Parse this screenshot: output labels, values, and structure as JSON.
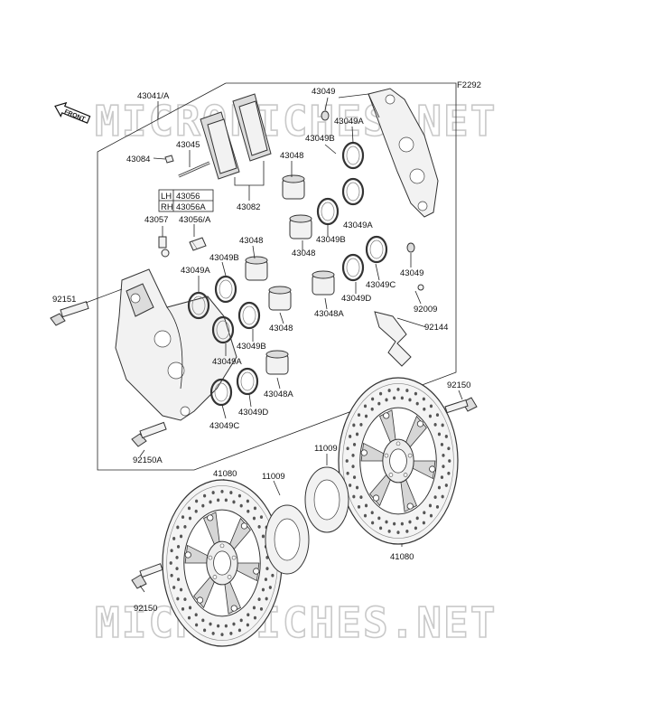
{
  "figure_code": "F2292",
  "front_label": "FRONT",
  "watermark": "MICROFICHES.NET",
  "parts": {
    "p43041": "43041/A",
    "p43045": "43045",
    "p43084": "43084",
    "p43082": "43082",
    "lh_label": "LH",
    "lh_part": "43056",
    "rh_label": "RH",
    "rh_part": "43056A",
    "p43057": "43057",
    "p43056a": "43056/A",
    "p43048_1": "43048",
    "p43048_2": "43048",
    "p43048_3": "43048",
    "p43048_4": "43048",
    "p43048a_1": "43048A",
    "p43048a_2": "43048A",
    "p43049_top": "43049",
    "p43049_right": "43049",
    "p43049a_1": "43049A",
    "p43049a_2": "43049A",
    "p43049a_3": "43049A",
    "p43049a_4": "43049A",
    "p43049b_1": "43049B",
    "p43049b_2": "43049B",
    "p43049b_3": "43049B",
    "p43049b_4": "43049B",
    "p43049c_1": "43049C",
    "p43049c_2": "43049C",
    "p43049d_1": "43049D",
    "p43049d_2": "43049D",
    "p92009": "92009",
    "p92144": "92144",
    "p92151": "92151",
    "p92150a": "92150A",
    "p92150_right": "92150",
    "p92150_left": "92150",
    "p11009_right": "11009",
    "p11009_left": "11009",
    "p41080_top": "41080",
    "p41080_bottom": "41080"
  }
}
